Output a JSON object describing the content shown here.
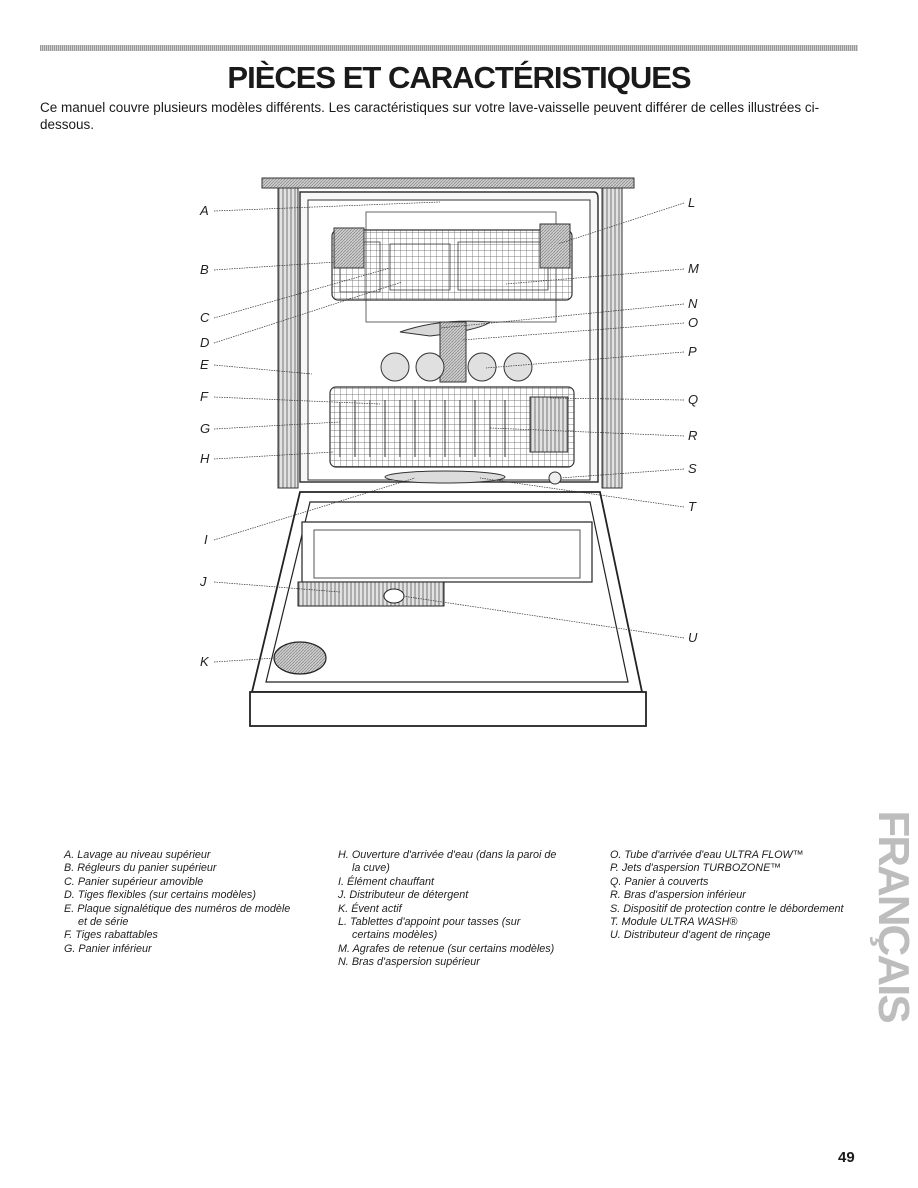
{
  "title": "PIÈCES ET CARACTÉRISTIQUES",
  "intro": "Ce manuel couvre plusieurs modèles différents. Les caractéristiques sur votre lave-vaisselle peuvent différer de celles illustrées ci-dessous.",
  "diagram_letters": {
    "left": [
      "A",
      "B",
      "C",
      "D",
      "E",
      "F",
      "G",
      "H",
      "I",
      "J",
      "K"
    ],
    "right": [
      "L",
      "M",
      "N",
      "O",
      "P",
      "Q",
      "R",
      "S",
      "T",
      "U"
    ]
  },
  "legend": {
    "col1": [
      {
        "key": "A.",
        "text": "Lavage au niveau supérieur"
      },
      {
        "key": "B.",
        "text": "Régleurs du panier supérieur"
      },
      {
        "key": "C.",
        "text": "Panier supérieur amovible"
      },
      {
        "key": "D.",
        "text": "Tiges flexibles (sur certains modèles)"
      },
      {
        "key": "E.",
        "text": "Plaque signalétique des numéros de modèle et de série"
      },
      {
        "key": "F.",
        "text": "Tiges rabattables"
      },
      {
        "key": "G.",
        "text": "Panier inférieur"
      }
    ],
    "col2": [
      {
        "key": "H.",
        "text": "Ouverture d'arrivée d'eau (dans la paroi de la cuve)"
      },
      {
        "key": "I.",
        "text": "Élément chauffant"
      },
      {
        "key": "J.",
        "text": "Distributeur de détergent"
      },
      {
        "key": "K.",
        "text": "Évent actif"
      },
      {
        "key": "L.",
        "text": "Tablettes d'appoint pour tasses (sur certains modèles)"
      },
      {
        "key": "M.",
        "text": "Agrafes de retenue (sur certains modèles)"
      },
      {
        "key": "N.",
        "text": "Bras d'aspersion supérieur"
      }
    ],
    "col3": [
      {
        "key": "O.",
        "text": "Tube d'arrivée d'eau ULTRA FLOW™"
      },
      {
        "key": "P.",
        "text": "Jets d'aspersion TURBOZONE™"
      },
      {
        "key": "Q.",
        "text": "Panier à couverts"
      },
      {
        "key": "R.",
        "text": "Bras d'aspersion inférieur"
      },
      {
        "key": "S.",
        "text": "Dispositif de protection contre le débordement"
      },
      {
        "key": "T.",
        "text": "Module ULTRA WASH®"
      },
      {
        "key": "U.",
        "text": "Distributeur d'agent de rinçage"
      }
    ]
  },
  "side_tab": "FRANÇAIS",
  "page_number": "49"
}
